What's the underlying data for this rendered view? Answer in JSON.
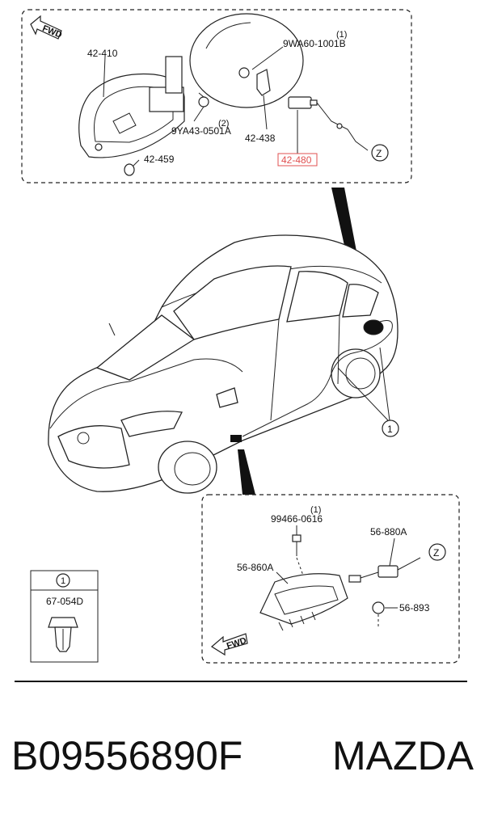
{
  "top_box": {
    "fwd_label": "FWD",
    "parts": {
      "p42410": "42-410",
      "p9wa60": "9WA60-1001B",
      "p9wa60_qty": "(1)",
      "p9ya43": "9YA43-0501A",
      "p9ya43_qty": "(2)",
      "p42438": "42-438",
      "p42480": "42-480",
      "p42459": "42-459",
      "z_marker": "Z"
    },
    "highlight_color": "#e05050"
  },
  "car": {
    "callout": "1"
  },
  "bottom_box": {
    "fwd_label": "FWD",
    "parts": {
      "p99466": "99466-0616",
      "p99466_qty": "(1)",
      "p56880a": "56-880A",
      "p56860a": "56-860A",
      "p56893": "56-893",
      "z_marker": "Z"
    }
  },
  "legend": {
    "callout": "1",
    "part": "67-054D"
  },
  "footer": {
    "part_number": "B09556890F",
    "brand": "MAZDA"
  }
}
